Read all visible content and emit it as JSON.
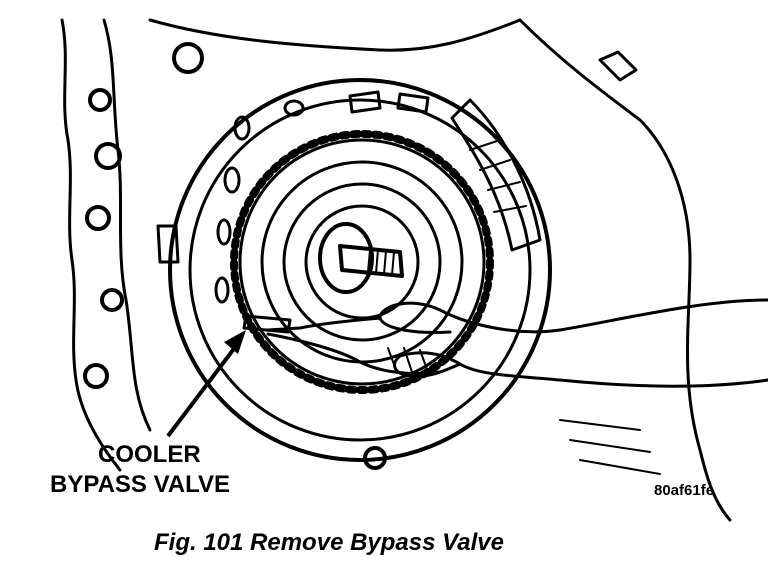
{
  "figure": {
    "part_label_line1": "COOLER",
    "part_label_line2": "BYPASS VALVE",
    "reference_id": "80af61fe",
    "caption": "Fig. 101 Remove Bypass Valve"
  },
  "colors": {
    "ink": "#000000",
    "paper": "#ffffff"
  }
}
